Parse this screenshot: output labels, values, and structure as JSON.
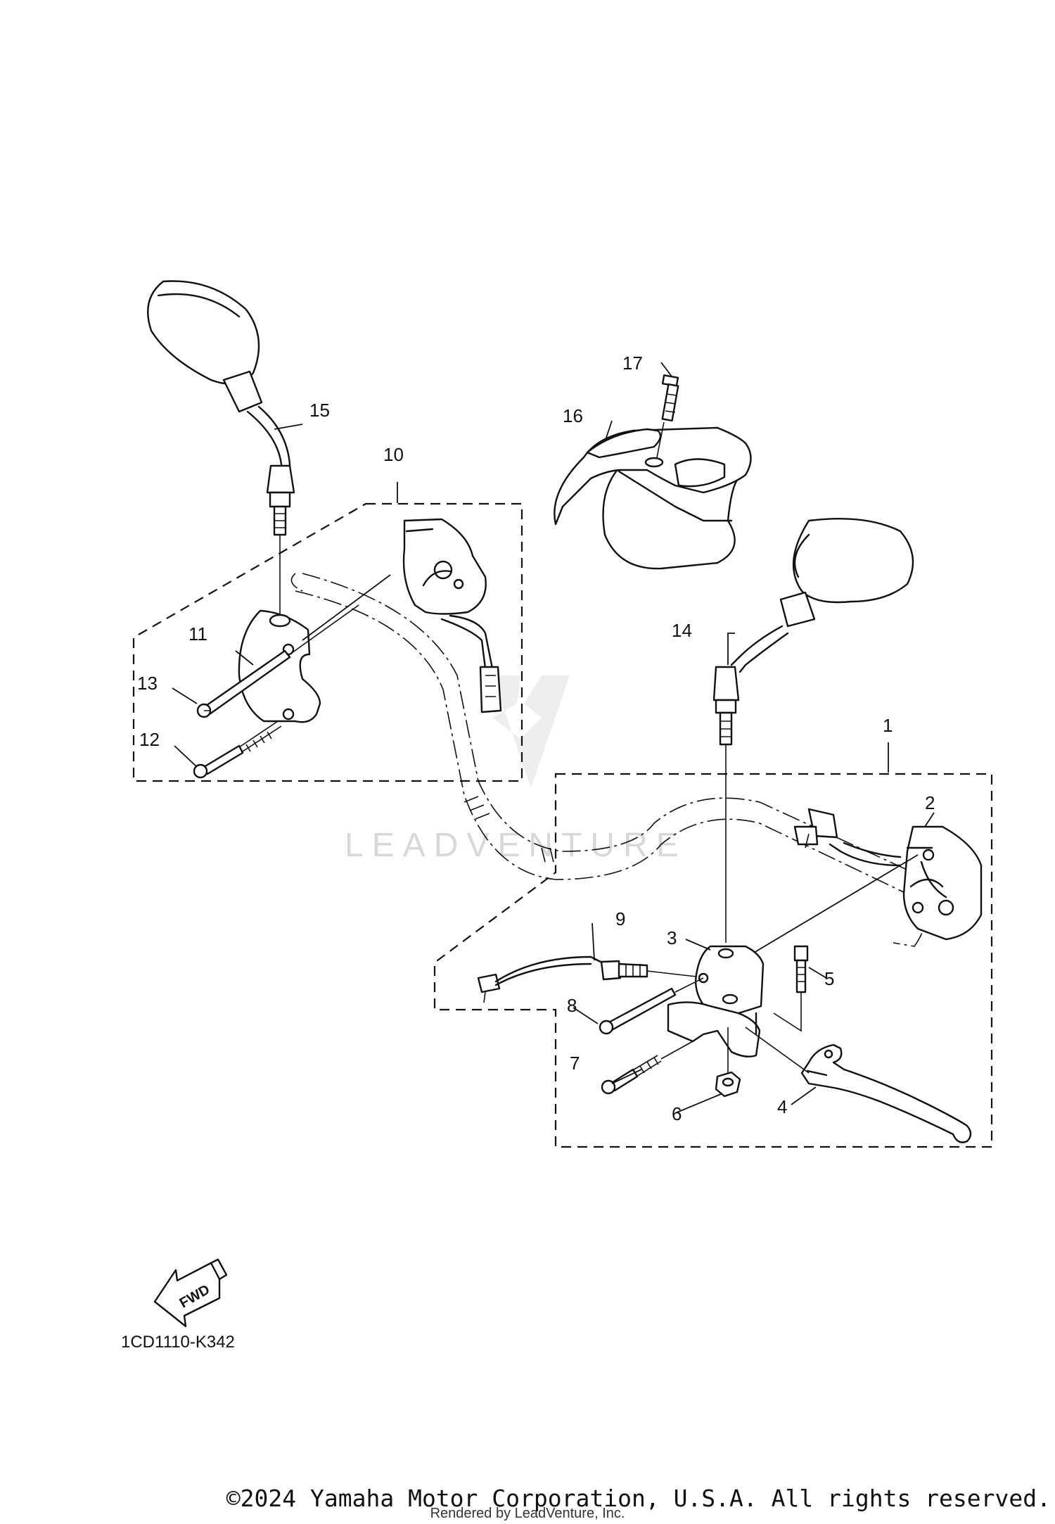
{
  "diagram": {
    "watermark": "LEADVENTURE",
    "fwd_label": "FWD",
    "drawing_code": "1CD1110-K342",
    "callouts": [
      "1",
      "2",
      "3",
      "4",
      "5",
      "6",
      "7",
      "8",
      "9",
      "10",
      "11",
      "12",
      "13",
      "14",
      "15",
      "16",
      "17"
    ]
  },
  "footer": {
    "copyright": "©2024 Yamaha Motor Corporation, U.S.A. All rights reserved.",
    "rendered_by": "Rendered by LeadVenture, Inc."
  },
  "colors": {
    "line": "#111111",
    "watermark": "#d8d8d8"
  }
}
